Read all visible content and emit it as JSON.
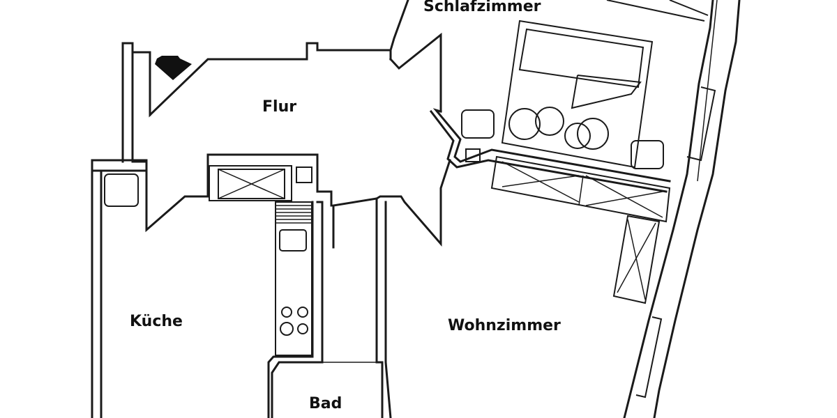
{
  "floorplan": {
    "rooms": {
      "schlafzimmer": "Schlafzimmer",
      "flur": "Flur",
      "kueche": "Küche",
      "wohnzimmer": "Wohnzimmer",
      "bad": "Bad"
    },
    "icons": {
      "entrance": "entrance-arrow-icon",
      "bed": "double-bed-icon",
      "stove": "stove-icon",
      "sink": "sink-icon",
      "wardrobe": "wardrobe-icon"
    }
  }
}
